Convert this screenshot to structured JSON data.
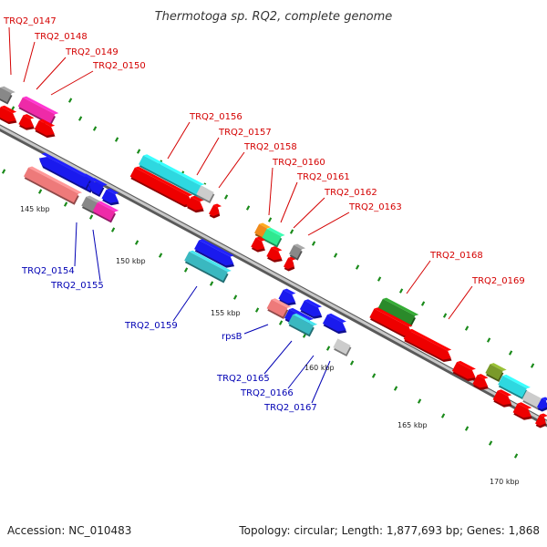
{
  "title": "Thermotoga sp. RQ2, complete genome",
  "footer": {
    "accession": "Accession: NC_010483",
    "summary": "Topology: circular; Length: 1,877,693 bp; Genes: 1,868"
  },
  "ticks": [
    "145 kbp",
    "150 kbp",
    "155 kbp",
    "160 kbp",
    "165 kbp",
    "170 kbp"
  ],
  "colors": {
    "red": "#ee0000",
    "blue": "#1a1aee",
    "cyan": "#2ed8e0",
    "pink": "#ee2aa8",
    "salmon": "#ee7a7a",
    "gray": "#888888",
    "lightgray": "#cccccc",
    "green": "#2a8a2a",
    "olive": "#7a9a2a",
    "orange": "#f08a1a",
    "mint": "#30e890",
    "teal": "#3ab8c0",
    "backbone": "#a0a0a0",
    "tick": "#1a8a1a",
    "label_red": "#d40000",
    "label_blue": "#0000b4"
  },
  "labels_top": [
    "TRQ2_0147",
    "TRQ2_0148",
    "TRQ2_0149",
    "TRQ2_0150",
    "TRQ2_0156",
    "TRQ2_0157",
    "TRQ2_0158",
    "TRQ2_0160",
    "TRQ2_0161",
    "TRQ2_0162",
    "TRQ2_0163",
    "TRQ2_0168",
    "TRQ2_0169"
  ],
  "labels_bottom": [
    "TRQ2_0154",
    "TRQ2_0155",
    "TRQ2_0159",
    "rpsB",
    "TRQ2_0165",
    "TRQ2_0166",
    "TRQ2_0167"
  ]
}
